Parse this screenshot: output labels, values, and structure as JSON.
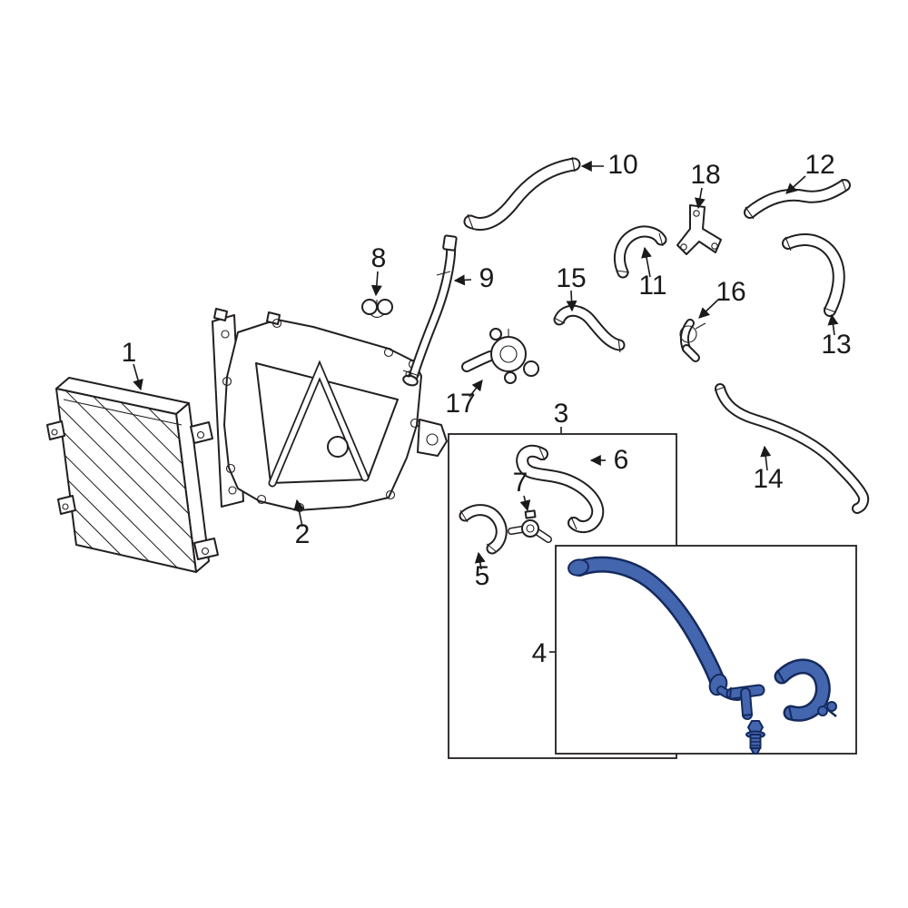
{
  "figure": {
    "type": "exploded-parts-diagram",
    "background": "#ffffff",
    "ink_color": "#231f20",
    "label_color": "#1a1a1a",
    "highlight_color": "#4466ae",
    "highlight_outline": "#152a5e",
    "highlighted_callout": "4"
  },
  "callouts": {
    "c1": "1",
    "c2": "2",
    "c3": "3",
    "c4": "4",
    "c5": "5",
    "c6": "6",
    "c7": "7",
    "c8": "8",
    "c9": "9",
    "c10": "10",
    "c11": "11",
    "c12": "12",
    "c13": "13",
    "c14": "14",
    "c15": "15",
    "c16": "16",
    "c17": "17",
    "c18": "18"
  }
}
